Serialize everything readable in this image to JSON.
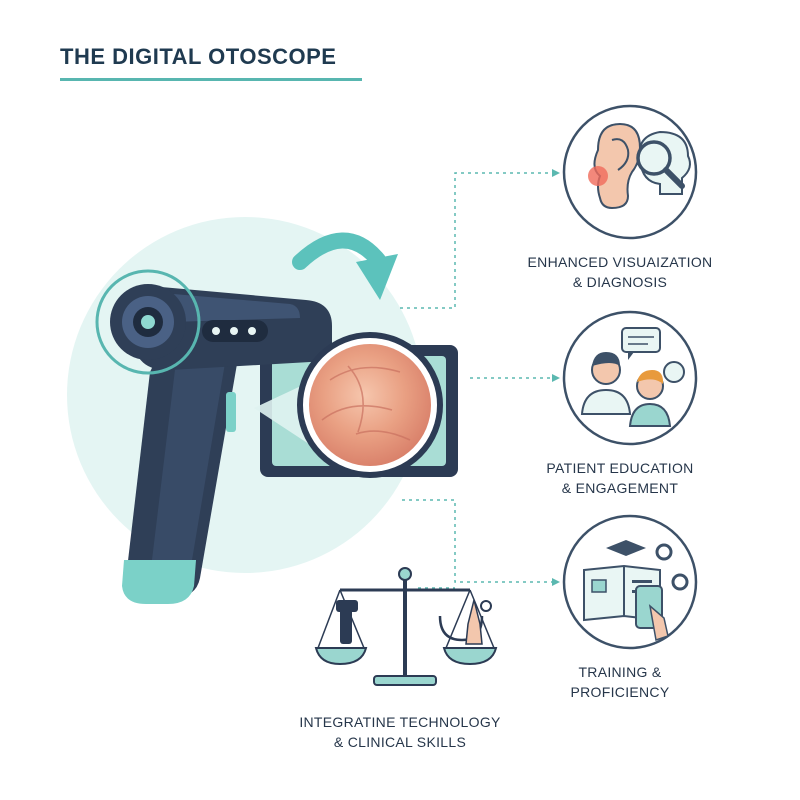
{
  "title": "THE DIGITAL OTOSCOPE",
  "colors": {
    "navy": "#2f3f57",
    "teal": "#58b6b0",
    "mint": "#e4f5f3",
    "eardrum": "#e89a7c"
  },
  "features": [
    {
      "name": "visualization",
      "icon": "ear-brain-magnifier-icon",
      "line1": "ENHANCED VISUAIZATION",
      "line2": "& DIAGNOSIS"
    },
    {
      "name": "education",
      "icon": "doctor-patient-chat-icon",
      "line1": "PATIENT EDUCATION",
      "line2": "& ENGAGEMENT"
    },
    {
      "name": "training",
      "icon": "book-graduation-tablet-icon",
      "line1": "TRAINING &",
      "line2": "PROFICIENCY"
    },
    {
      "name": "integration",
      "icon": "balance-scale-icon",
      "line1": "INTEGRATINE TECHNOLOGY",
      "line2": "& CLINICAL SKILLS"
    }
  ]
}
